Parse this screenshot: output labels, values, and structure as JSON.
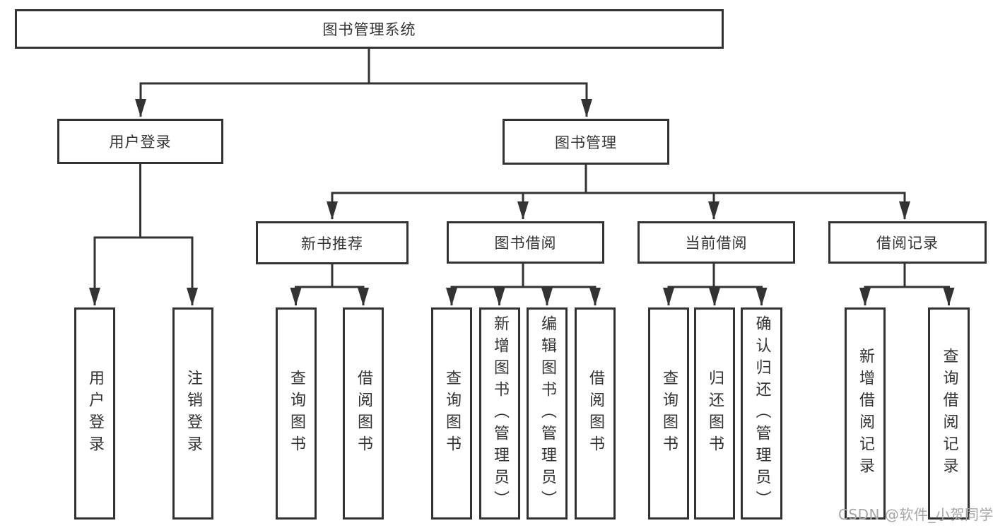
{
  "watermark": "CSDN @软件_小贺同学",
  "colors": {
    "line": "#333333",
    "box_border": "#333333",
    "box_background": "#ffffff",
    "text": "#333333",
    "watermark": "#a6a6a6",
    "page_background": "#ffffff"
  },
  "tree": {
    "label": "图书管理系统",
    "children": [
      {
        "label": "用户登录",
        "children": [
          {
            "label": "用户登录"
          },
          {
            "label": "注销登录"
          }
        ]
      },
      {
        "label": "图书管理",
        "children": [
          {
            "label": "新书推荐",
            "children": [
              {
                "label": "查询图书"
              },
              {
                "label": "借阅图书"
              }
            ]
          },
          {
            "label": "图书借阅",
            "children": [
              {
                "label": "查询图书"
              },
              {
                "label": "新增图书（管理员）"
              },
              {
                "label": "编辑图书（管理员）"
              },
              {
                "label": "借阅图书"
              }
            ]
          },
          {
            "label": "当前借阅",
            "children": [
              {
                "label": "查询图书"
              },
              {
                "label": "归还图书"
              },
              {
                "label": "确认归还（管理员）"
              }
            ]
          },
          {
            "label": "借阅记录",
            "children": [
              {
                "label": "新增借阅记录"
              },
              {
                "label": "查询借阅记录"
              }
            ]
          }
        ]
      }
    ]
  }
}
